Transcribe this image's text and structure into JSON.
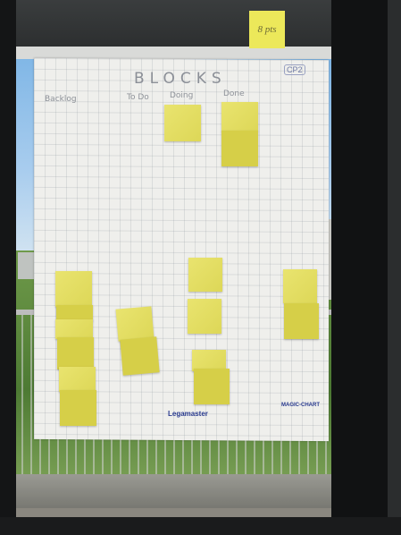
{
  "board": {
    "title": "BLOCKS",
    "columns": [
      "Backlog",
      "To Do",
      "Doing",
      "Done"
    ],
    "corner_label": "CP2",
    "brands": [
      "Legamaster",
      "MAGIC-CHART"
    ]
  },
  "top_note": {
    "text": "8 pts"
  },
  "colors": {
    "sticky": "#e6e05b",
    "paper": "#efefec",
    "frame": "#141516",
    "sky": "#9ec6ec"
  }
}
